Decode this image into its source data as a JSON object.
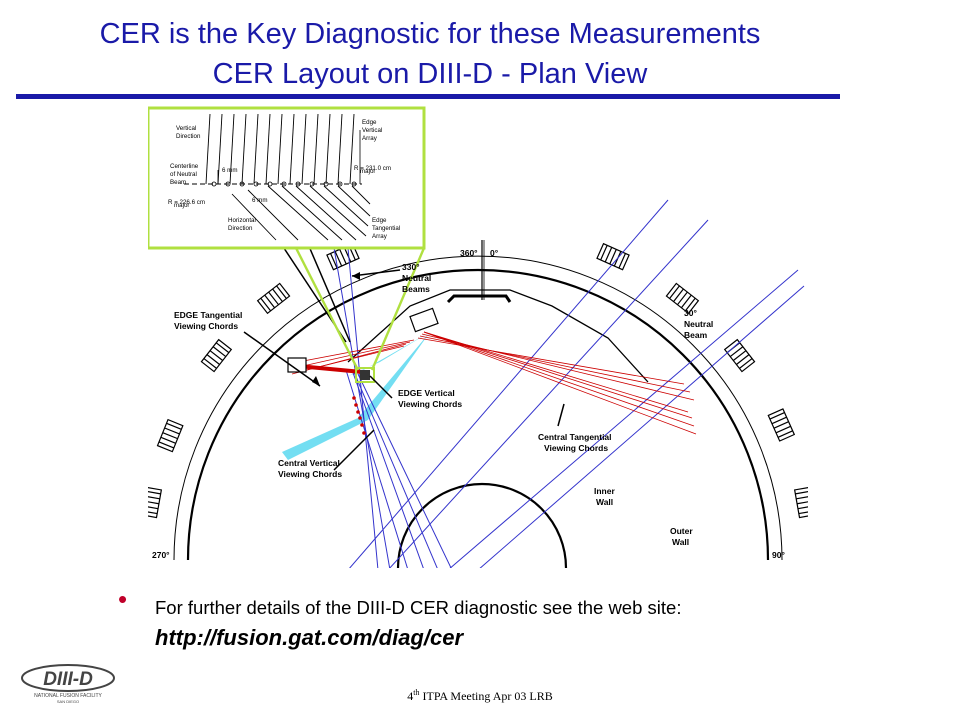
{
  "title_line1": "CER is the Key Diagnostic for these Measurements",
  "title_line2": "CER Layout on DIII-D  -  Plan View",
  "diagram": {
    "labels": {
      "neutral_330_a": "330°",
      "neutral_330_b": "Neutral",
      "neutral_330_c": "Beams",
      "deg_360": "360°",
      "deg_0": "0°",
      "neutral_30_a": "30°",
      "neutral_30_b": "Neutral",
      "neutral_30_c": "Beam",
      "edge_tan_a": "EDGE Tangential",
      "edge_tan_b": "Viewing Chords",
      "edge_vert_a": "EDGE Vertical",
      "edge_vert_b": "Viewing Chords",
      "central_tan_a": "Central Tangential",
      "central_tan_b": "Viewing Chords",
      "central_vert_a": "Central Vertical",
      "central_vert_b": "Viewing Chords",
      "inner_wall_a": "Inner",
      "inner_wall_b": "Wall",
      "outer_wall_a": "Outer",
      "outer_wall_b": "Wall",
      "deg_270": "270°",
      "deg_90": "90°"
    },
    "inset": {
      "vertical_direction_a": "Vertical",
      "vertical_direction_b": "Direction",
      "edge_vertical_array_a": "Edge",
      "edge_vertical_array_b": "Vertical",
      "edge_vertical_array_c": "Array",
      "centerline_a": "Centerline",
      "centerline_b": "of Neutral",
      "centerline_c": "Beam",
      "six_mm_top": "6 mm",
      "six_mm_bottom": "6 mm",
      "rmajor_right": "R     = 231.0 cm",
      "rmajor_left": "R     = 226.6 cm",
      "rmajor_sub": "major",
      "horizontal_direction_a": "Horizontal",
      "horizontal_direction_b": "Direction",
      "edge_tangential_array_a": "Edge",
      "edge_tangential_array_b": "Tangential",
      "edge_tangential_array_c": "Array"
    }
  },
  "bullet": {
    "text": "For further details of the DIII-D  CER diagnostic see the web site:",
    "url": "http://fusion.gat.com/diag/cer"
  },
  "footer": {
    "prefix": "4",
    "sup": "th",
    "rest": " ITPA Meeting  Apr 03  LRB"
  },
  "logo": {
    "name": "DIII-D",
    "sub1": "NATIONAL FUSION FACILITY",
    "sub2": "SAN DIEGO"
  },
  "colors": {
    "title": "#1a1aa8",
    "bullet": "#c0002a",
    "inset_border": "#b0e040",
    "edge_fan": "#5ad8f0",
    "chords_red": "#cc0000",
    "chords_blue": "#3333cc"
  }
}
